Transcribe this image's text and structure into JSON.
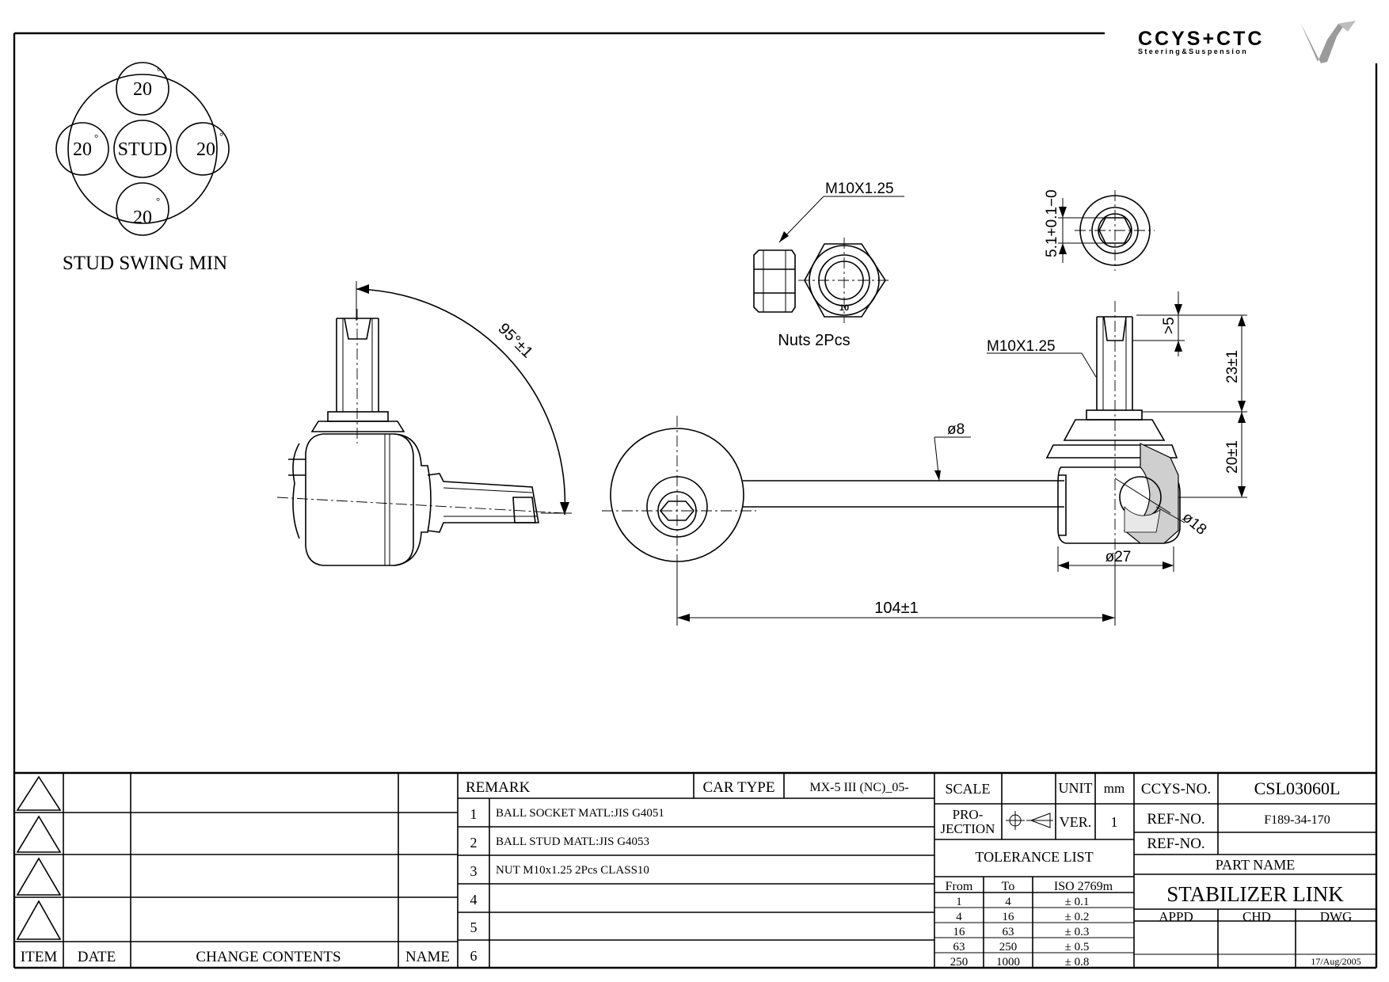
{
  "logo": {
    "brand": "CCYS+CTC",
    "tagline": "Steering&Suspension"
  },
  "stud_swing": {
    "center_label": "STUD",
    "angles": [
      "20",
      "20",
      "20",
      "20"
    ],
    "degree_symbol": "°",
    "caption": "STUD SWING MIN"
  },
  "dimensions": {
    "swing_angle": "95°±1",
    "nut_thread": "M10X1.25",
    "nut_caption": "Nuts  2Pcs",
    "nut_class_mark": "10",
    "stud_thread": "M10X1.25",
    "hex_socket": "5.1+0.1−0",
    "thread_top": ">5",
    "dim_23": "23±1",
    "dim_20": "20±1",
    "rod_dia": "ø8",
    "ball_dia": "ø18",
    "body_dia": "ø27",
    "length": "104±1"
  },
  "title_block": {
    "revision_headers": {
      "item": "ITEM",
      "date": "DATE",
      "change": "CHANGE CONTENTS",
      "name": "NAME"
    },
    "remark_label": "REMARK",
    "car_type_label": "CAR TYPE",
    "car_type_value": "MX-5 III (NC)_05-",
    "remarks": [
      {
        "no": "1",
        "text": "BALL SOCKET MATL:JIS G4051"
      },
      {
        "no": "2",
        "text": "BALL STUD MATL:JIS G4053"
      },
      {
        "no": "3",
        "text": "NUT M10x1.25 2Pcs CLASS10"
      },
      {
        "no": "4",
        "text": ""
      },
      {
        "no": "5",
        "text": ""
      },
      {
        "no": "6",
        "text": ""
      }
    ],
    "scale_label": "SCALE",
    "unit_label": "UNIT",
    "unit_value": "mm",
    "projection_label_1": "PRO-",
    "projection_label_2": "JECTION",
    "ver_label": "VER.",
    "ver_value": "1",
    "tolerance_title": "TOLERANCE LIST",
    "tolerance_headers": {
      "from": "From",
      "to": "To",
      "iso": "ISO 2769m"
    },
    "tolerance_rows": [
      {
        "from": "1",
        "to": "4",
        "tol": "± 0.1"
      },
      {
        "from": "4",
        "to": "16",
        "tol": "± 0.2"
      },
      {
        "from": "16",
        "to": "63",
        "tol": "± 0.3"
      },
      {
        "from": "63",
        "to": "250",
        "tol": "± 0.5"
      },
      {
        "from": "250",
        "to": "1000",
        "tol": "± 0.8"
      }
    ],
    "ccys_no_label": "CCYS-NO.",
    "ccys_no_value": "CSL03060L",
    "ref_no_label": "REF-NO.",
    "ref_no_value": "F189-34-170",
    "ref_no2_label": "REF-NO.",
    "ref_no2_value": "",
    "part_name_label": "PART NAME",
    "part_name_value": "STABILIZER LINK",
    "appd_label": "APPD",
    "chd_label": "CHD",
    "dwg_label": "DWG",
    "date_value": "17/Aug/2005"
  }
}
